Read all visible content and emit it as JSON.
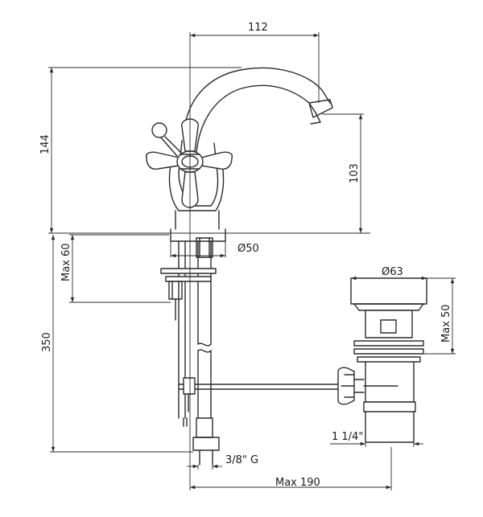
{
  "dimensions": {
    "width_top": "112",
    "height_total": "144",
    "spout_height": "103",
    "max_60": "Max 60",
    "diam_50": "Ø50",
    "length_350": "350",
    "diam_63": "Ø63",
    "max_50": "Max 50",
    "thread_1_1_4": "1 1/4\"",
    "thread_3_8": "3/8\" G",
    "max_190": "Max 190"
  }
}
